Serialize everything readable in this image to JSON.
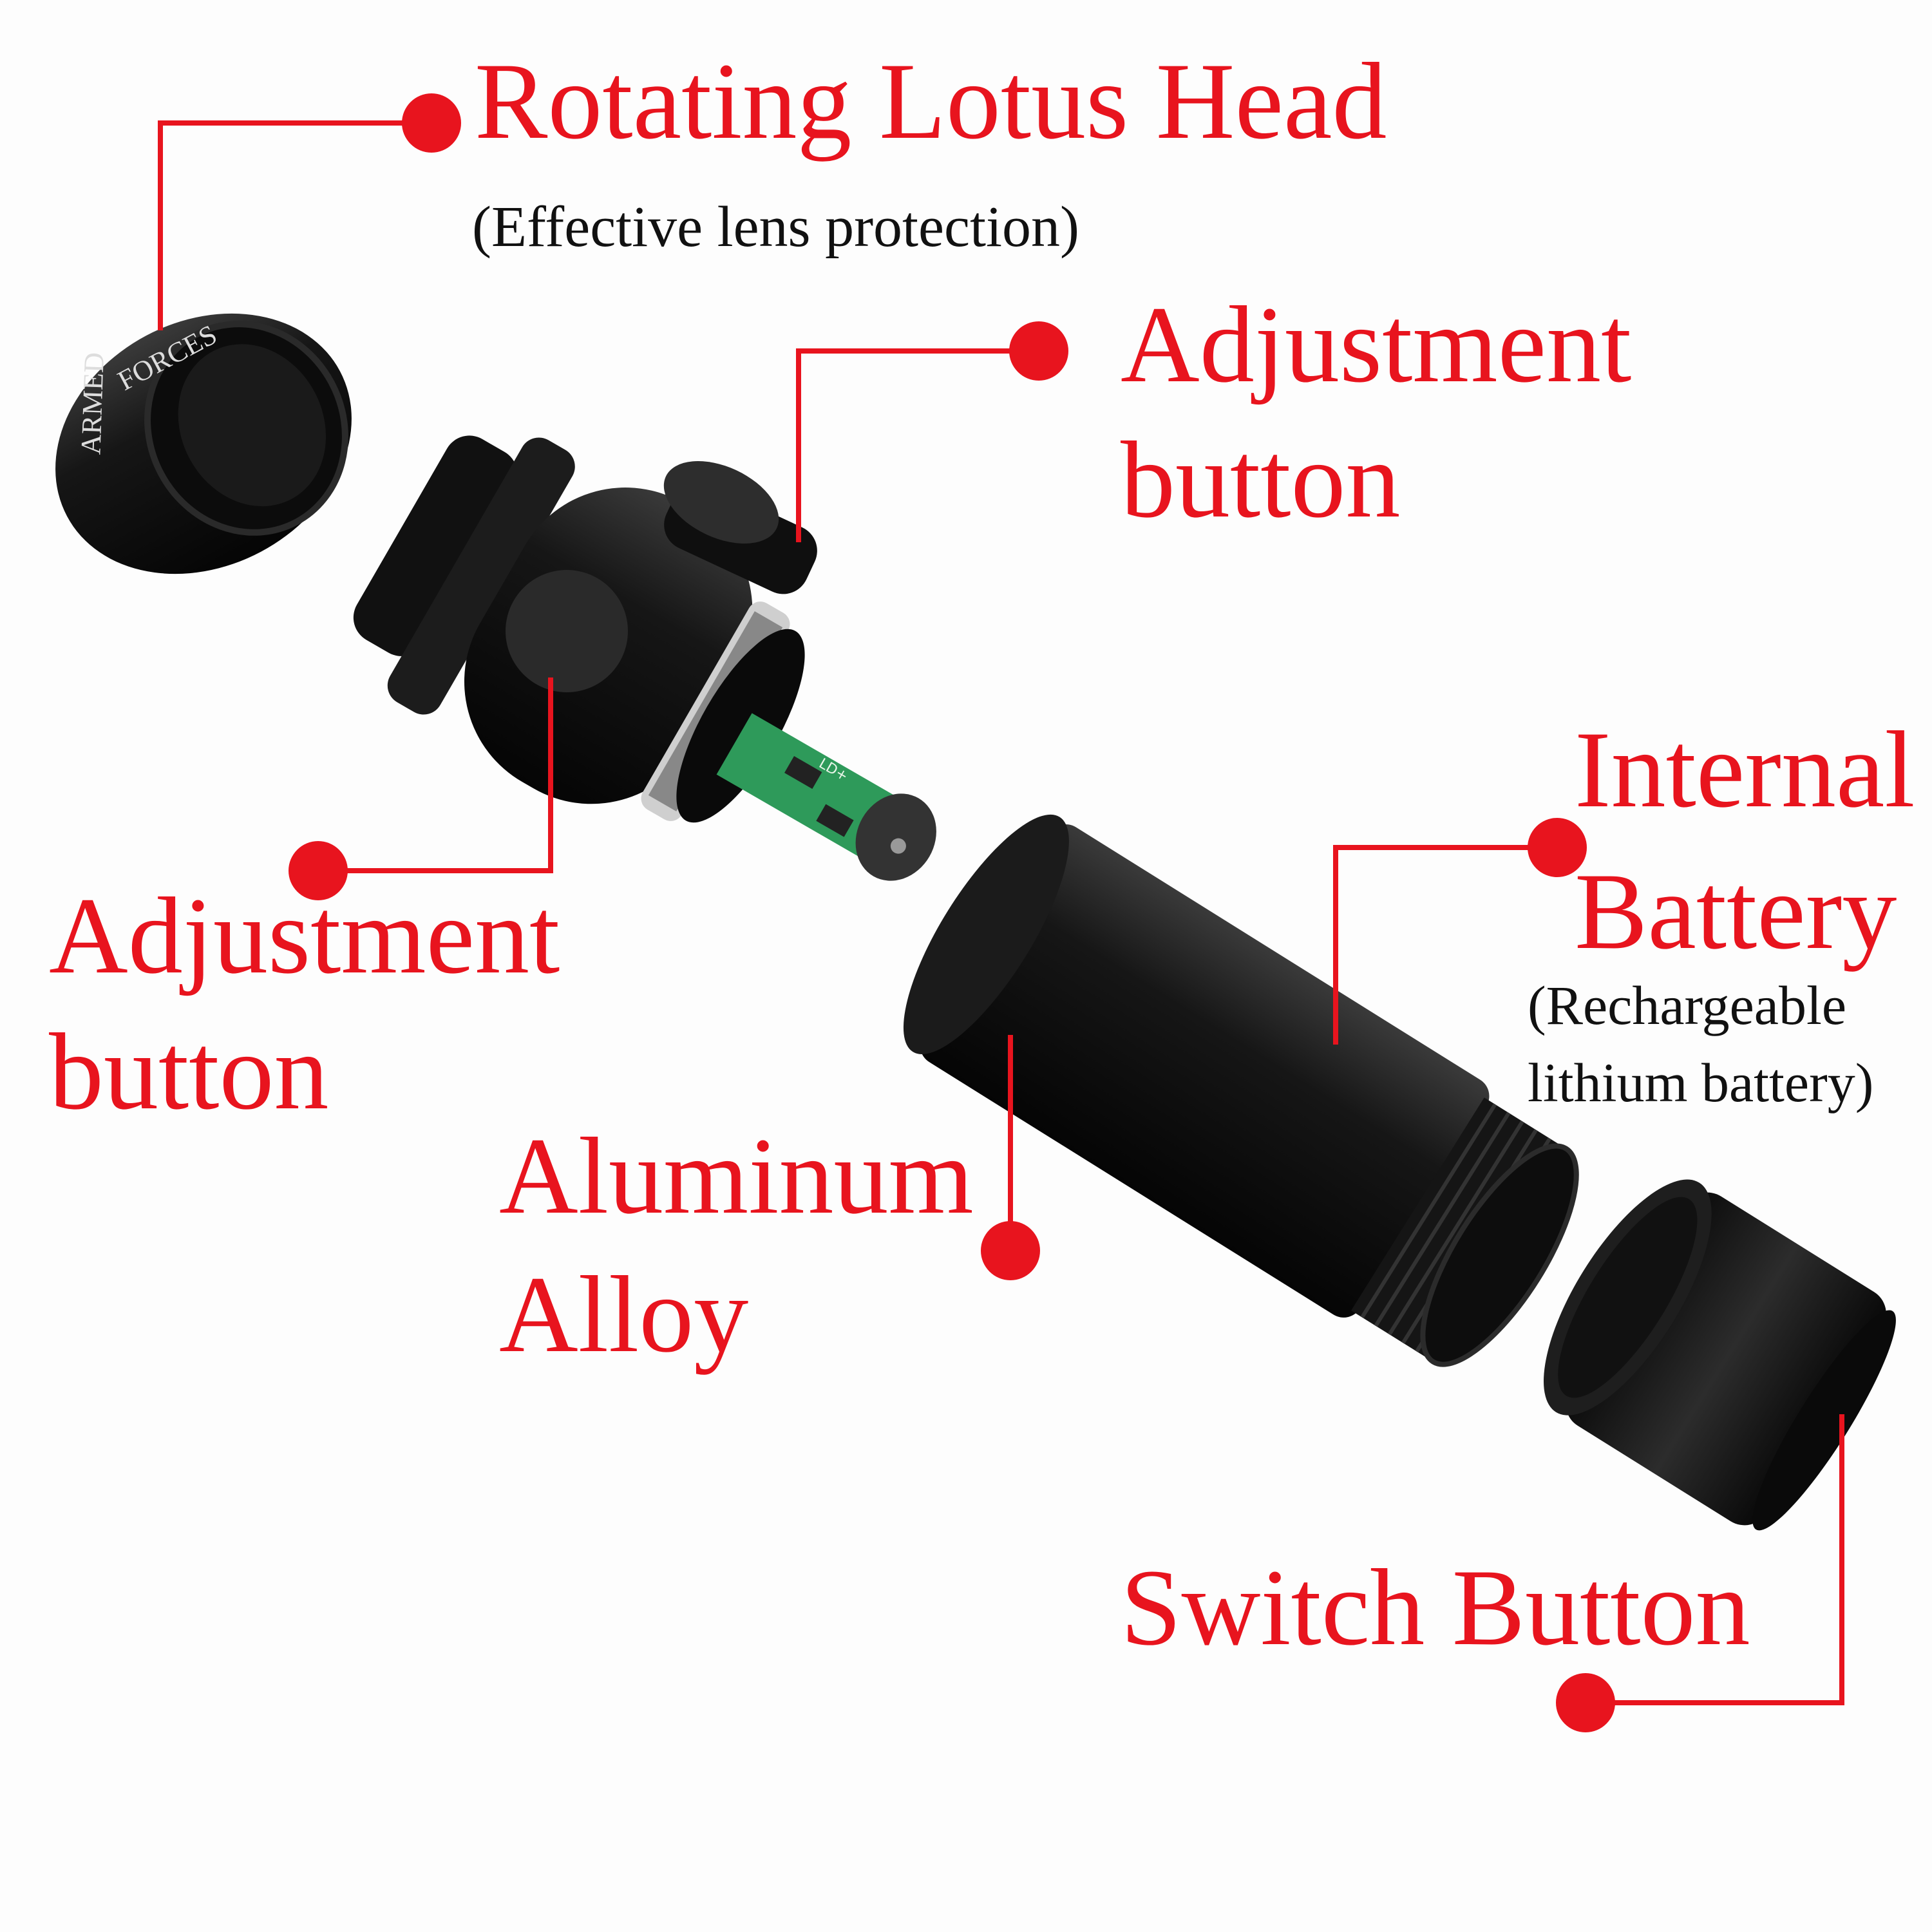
{
  "colors": {
    "accent": "#e8141e",
    "text": "#111111",
    "background": "#fdfdfd"
  },
  "labels": {
    "lotus_head": {
      "title": "Rotating Lotus Head",
      "subtitle": "(Effective lens protection)"
    },
    "adjust_top": {
      "line1": "Adjustment",
      "line2": "button"
    },
    "adjust_left": {
      "line1": "Adjustment",
      "line2": "button"
    },
    "aluminum": {
      "line1": "Aluminum",
      "line2": "Alloy"
    },
    "battery": {
      "line1": "Internal",
      "line2": "Battery",
      "sub1": "(Rechargeable",
      "sub2": "lithium battery)"
    },
    "switch": {
      "title": "Switch Button"
    }
  },
  "product": {
    "engraving_1": "ARMED",
    "engraving_2": "FORCES",
    "pcb_marking": "LD+"
  }
}
